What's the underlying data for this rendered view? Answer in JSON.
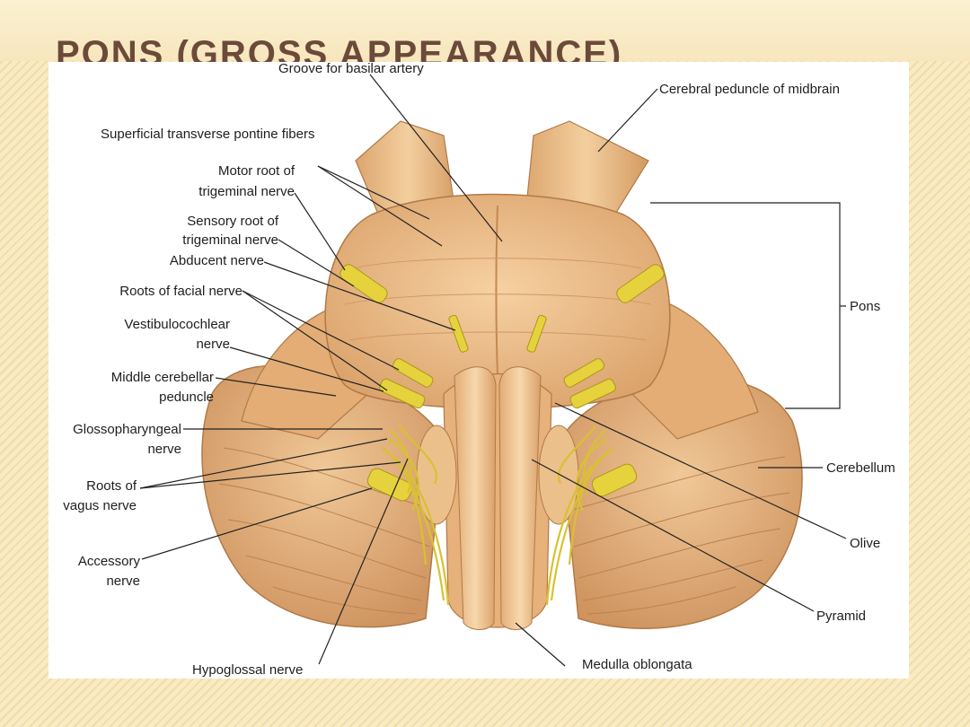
{
  "slide": {
    "title": "PONS (GROSS APPEARANCE)"
  },
  "labels": {
    "groove_basilar": "Groove for basilar artery",
    "cerebral_peduncle": "Cerebral peduncle of midbrain",
    "superficial_fibers": "Superficial transverse pontine fibers",
    "motor_root_1": "Motor root of",
    "motor_root_2": "trigeminal nerve",
    "sensory_root_1": "Sensory root of",
    "sensory_root_2": "trigeminal nerve",
    "abducent": "Abducent nerve",
    "facial_roots": "Roots of facial nerve",
    "vestibulo_1": "Vestibulocochlear",
    "vestibulo_2": "nerve",
    "middle_cb_1": "Middle cerebellar",
    "middle_cb_2": "peduncle",
    "glosso_1": "Glossopharyngeal",
    "glosso_2": "nerve",
    "vagus_1": "Roots of",
    "vagus_2": "vagus nerve",
    "accessory_1": "Accessory",
    "accessory_2": "nerve",
    "hypoglossal": "Hypoglossal nerve",
    "medulla": "Medulla oblongata",
    "pons": "Pons",
    "cerebellum": "Cerebellum",
    "olive": "Olive",
    "pyramid": "Pyramid"
  },
  "colors": {
    "tissue": "#e8b681",
    "tissue_dark": "#c98a55",
    "nerve": "#e6d23c",
    "leader": "#222222"
  }
}
